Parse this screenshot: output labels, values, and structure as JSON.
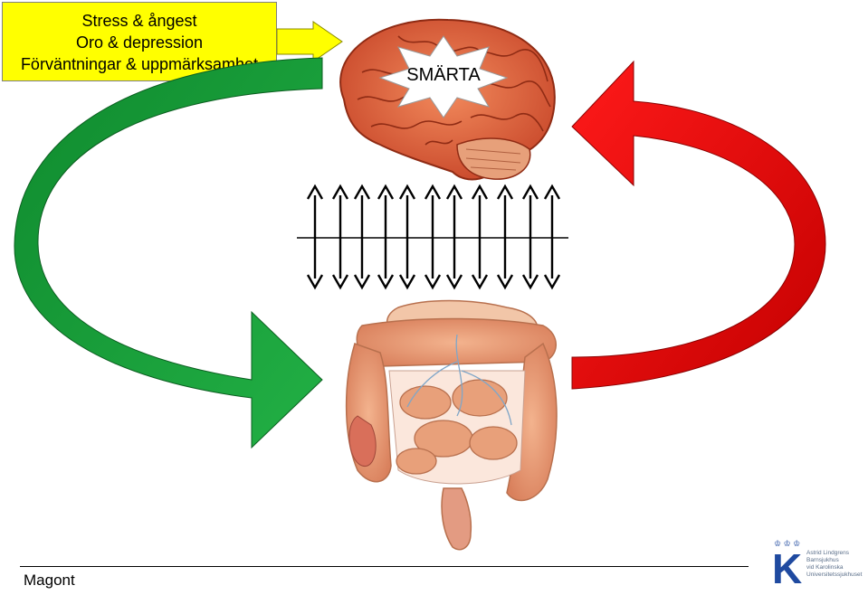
{
  "factors_box": {
    "lines": [
      "Stress & ångest",
      "Oro & depression",
      "Förväntningar & uppmärksamhet"
    ],
    "color": "#ffff00"
  },
  "pain_label": "SMÄRTA",
  "footer_label": "Magont",
  "logo": {
    "letter": "K",
    "lines": [
      "Astrid Lindgrens",
      "Barnsjukhus",
      "vid Karolinska",
      "Universitetssjukhuset"
    ],
    "color": "#1f4aa0"
  },
  "arrows": {
    "green": "#1aa63c",
    "red": "#e60000",
    "yellow": "#ffff00"
  },
  "icons": [
    "brain-illustration",
    "intestines-illustration",
    "burst-shape",
    "double-arrow-icon"
  ]
}
